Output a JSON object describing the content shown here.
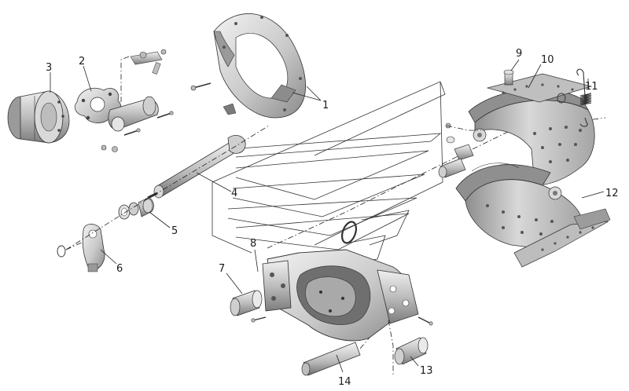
{
  "diagram": {
    "labels": [
      {
        "id": "1",
        "text": "1"
      },
      {
        "id": "2",
        "text": "2"
      },
      {
        "id": "3",
        "text": "3"
      },
      {
        "id": "4",
        "text": "4"
      },
      {
        "id": "5",
        "text": "5"
      },
      {
        "id": "6",
        "text": "6"
      },
      {
        "id": "7",
        "text": "7"
      },
      {
        "id": "8",
        "text": "8"
      },
      {
        "id": "9",
        "text": "9"
      },
      {
        "id": "10",
        "text": "10"
      },
      {
        "id": "11",
        "text": "11"
      },
      {
        "id": "12",
        "text": "12"
      },
      {
        "id": "13",
        "text": "13"
      },
      {
        "id": "14",
        "text": "14"
      }
    ]
  },
  "colors": {
    "part_light": "#e6e6e6",
    "part_mid": "#c4c4c4",
    "part_dark": "#8f8f8f",
    "outline": "#222222"
  }
}
